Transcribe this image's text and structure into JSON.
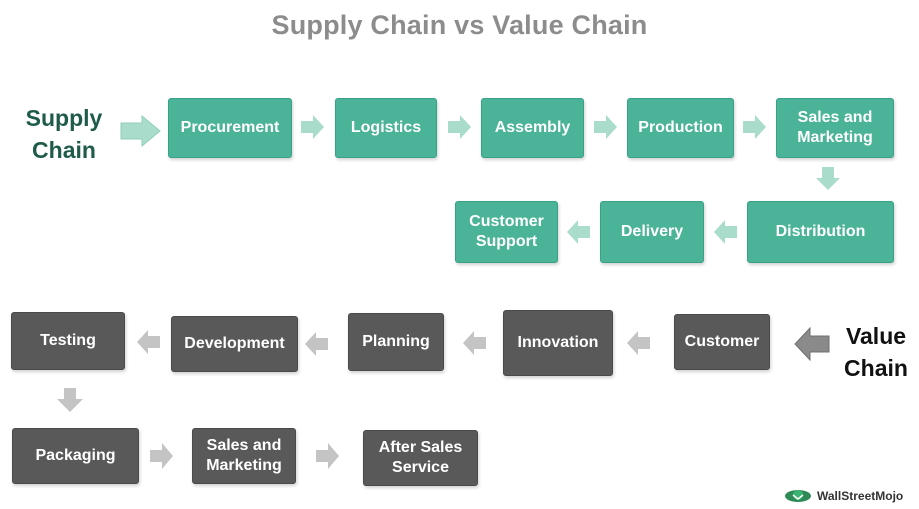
{
  "title": "Supply Chain vs Value Chain",
  "supply_chain": {
    "label_line1": "Supply",
    "label_line2": "Chain",
    "color": "#4bb398",
    "label_color": "#1f5b4a",
    "row1": [
      "Procurement",
      "Logistics",
      "Assembly",
      "Production"
    ],
    "sales_line1": "Sales and",
    "sales_line2": "Marketing",
    "distribution": "Distribution",
    "delivery": "Delivery",
    "support_line1": "Customer",
    "support_line2": "Support"
  },
  "value_chain": {
    "label_line1": "Value",
    "label_line2": "Chain",
    "color": "#595959",
    "customer": "Customer",
    "innovation": "Innovation",
    "planning": "Planning",
    "development": "Development",
    "testing": "Testing",
    "packaging": "Packaging",
    "sales_line1": "Sales and",
    "sales_line2": "Marketing",
    "after_line1": "After Sales",
    "after_line2": "Service"
  },
  "logo": {
    "text": "WallStreetMojo",
    "icon": "wallstreetmojo-logo-icon"
  }
}
